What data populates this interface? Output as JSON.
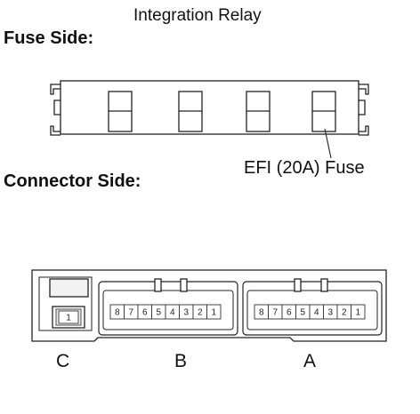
{
  "title": "Integration Relay",
  "fuse_side_label": "Fuse Side:",
  "connector_side_label": "Connector Side:",
  "efi_fuse_label": "EFI (20A) Fuse",
  "connectors": [
    {
      "id": "C",
      "pins": [
        "1"
      ]
    },
    {
      "id": "B",
      "pins": [
        "8",
        "7",
        "6",
        "5",
        "4",
        "3",
        "2",
        "1"
      ]
    },
    {
      "id": "A",
      "pins": [
        "8",
        "7",
        "6",
        "5",
        "4",
        "3",
        "2",
        "1"
      ]
    }
  ],
  "icons": [
    "fuse-block-diagram",
    "connector-diagram"
  ]
}
